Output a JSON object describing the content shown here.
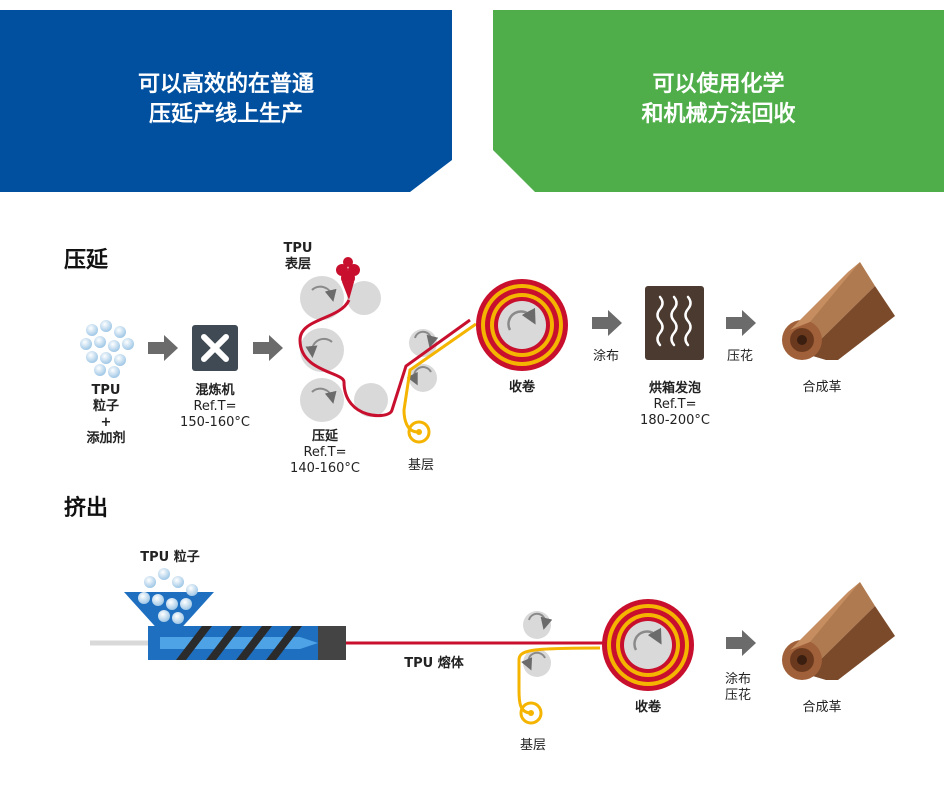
{
  "banners": {
    "left": {
      "line1": "可以高效的在普通",
      "line2": "压延产线上生产",
      "color": "#0050a0"
    },
    "right": {
      "line1": "可以使用化学",
      "line2": "和机械方法回收",
      "color": "#4fae4a"
    }
  },
  "calendering": {
    "title": "压延",
    "pellets": {
      "l1": "TPU",
      "l2": "粒子",
      "l3": "+",
      "l4": "添加剂"
    },
    "mixer": {
      "name": "混炼机",
      "temp_label": "Ref.T=",
      "temp": "150-160°C"
    },
    "tpu_top": {
      "l1": "TPU",
      "l2": "表层"
    },
    "calender": {
      "name": "压延",
      "temp_label": "Ref.T=",
      "temp": "140-160°C"
    },
    "substrate": "基层",
    "winding": "收卷",
    "coating": "涂布",
    "oven": {
      "name": "烘箱发泡",
      "temp_label": "Ref.T=",
      "temp": "180-200°C"
    },
    "embossing": "压花",
    "product": "合成革"
  },
  "extrusion": {
    "title": "挤出",
    "pellets": "TPU 粒子",
    "melt": "TPU 熔体",
    "substrate": "基层",
    "winding": "收卷",
    "coating": "涂布",
    "embossing": "压花",
    "product": "合成革"
  },
  "colors": {
    "red": "#c8102e",
    "yellow": "#f4b400",
    "arrow": "#6b6b6b",
    "roller": "#d9d9d9",
    "leather": "#a0603a",
    "oven": "#4a3a30",
    "mixer": "#3f4a54"
  },
  "icons": [
    "arrow-right-icon",
    "close-x-icon",
    "heat-wave-icon",
    "rotation-arrow-icon",
    "leather-roll-icon",
    "pellets-icon",
    "extruder-icon"
  ]
}
